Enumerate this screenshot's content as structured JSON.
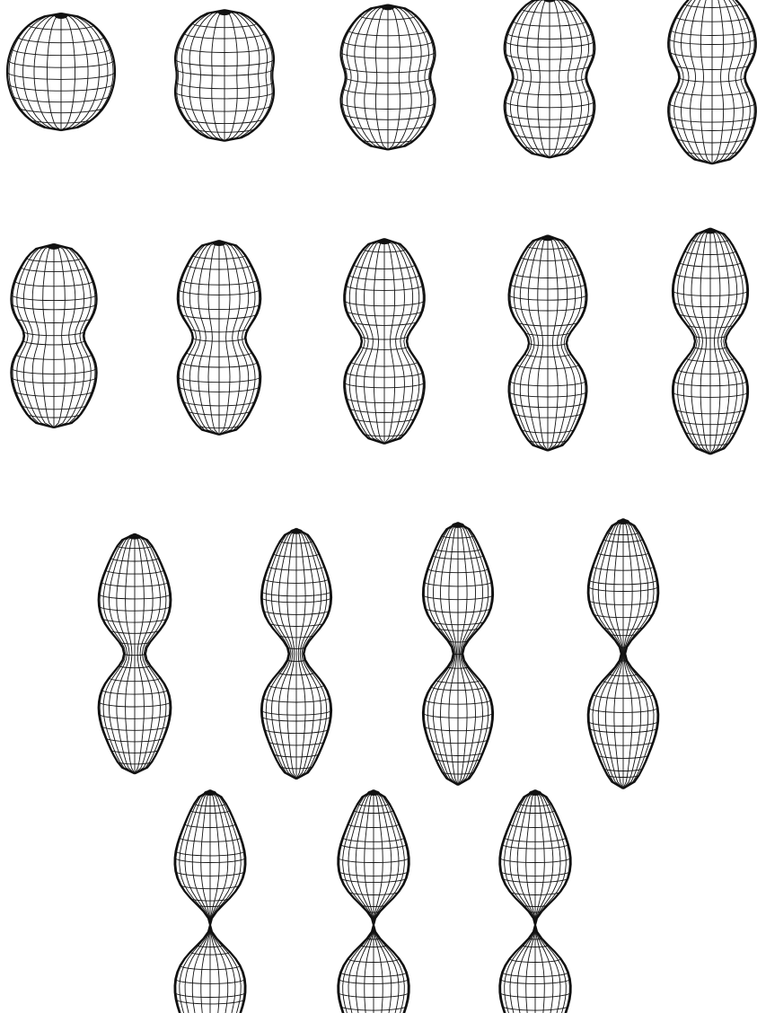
{
  "figure": {
    "description_visible_text": "",
    "colors": {
      "line": "#111111",
      "background": "#ffffff"
    },
    "shapes": [
      {
        "id": 1,
        "a": 0.0
      },
      {
        "id": 2,
        "a": 0.08
      },
      {
        "id": 3,
        "a": 0.16
      },
      {
        "id": 4,
        "a": 0.25
      },
      {
        "id": 5,
        "a": 0.32
      },
      {
        "id": 6,
        "a": 0.38
      },
      {
        "id": 7,
        "a": 0.44
      },
      {
        "id": 8,
        "a": 0.5
      },
      {
        "id": 9,
        "a": 0.56
      },
      {
        "id": 10,
        "a": 0.62
      },
      {
        "id": 11,
        "a": 0.7
      },
      {
        "id": 12,
        "a": 0.76
      },
      {
        "id": 13,
        "a": 0.83
      },
      {
        "id": 14,
        "a": 0.9
      },
      {
        "id": 15,
        "a": 0.96
      },
      {
        "id": 16,
        "a": 0.99
      },
      {
        "id": 17,
        "a": 1.0
      }
    ]
  }
}
